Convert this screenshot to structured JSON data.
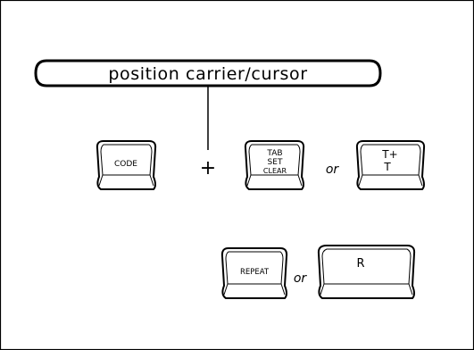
{
  "title": "position carrier/cursor",
  "row1": {
    "key_code": "CODE",
    "operator": "+",
    "key_tab_lines": [
      "TAB",
      "SET",
      "CLEAR"
    ],
    "connector": "or",
    "key_alt_lines": [
      "T+",
      "T"
    ]
  },
  "row2": {
    "key_repeat": "REPEAT",
    "connector": "or",
    "key_alt": "R"
  }
}
